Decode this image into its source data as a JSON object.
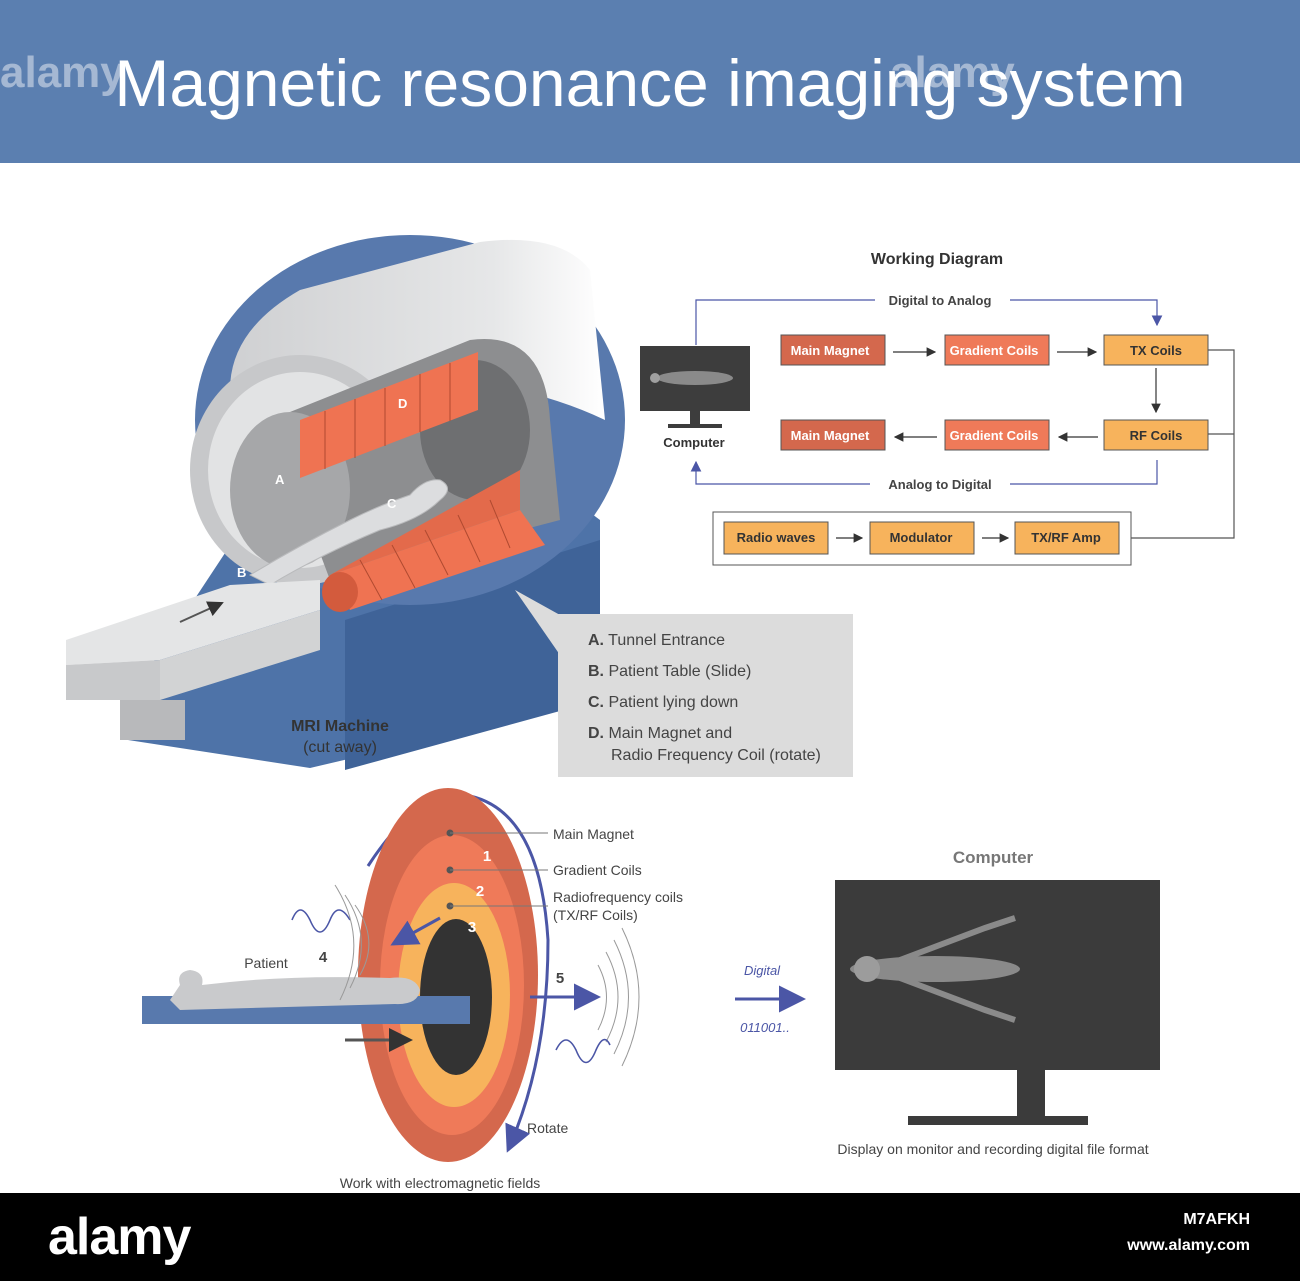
{
  "title": "Magnetic resonance imaging system",
  "watermark": "alamy",
  "machine": {
    "label_a": "A",
    "label_b": "B",
    "label_c": "C",
    "label_d": "D",
    "caption": "MRI Machine",
    "subcaption": "(cut away)"
  },
  "legend": {
    "items": [
      {
        "key": "A.",
        "text": "Tunnel Entrance"
      },
      {
        "key": "B.",
        "text": "Patient Table (Slide)"
      },
      {
        "key": "C.",
        "text": "Patient lying down"
      },
      {
        "key": "D.",
        "text": "Main Magnet and",
        "text2": "Radio Frequency Coil (rotate)"
      }
    ]
  },
  "working": {
    "title": "Working Diagram",
    "top_flow_label": "Digital to Analog",
    "bottom_flow_label": "Analog to Digital",
    "computer_label": "Computer",
    "row1": [
      "Main Magnet",
      "Gradient Coils",
      "TX Coils"
    ],
    "row2": [
      "Main Magnet",
      "Gradient Coils",
      "RF Coils"
    ],
    "row3": [
      "Radio waves",
      "Modulator",
      "TX/RF Amp"
    ]
  },
  "rings": {
    "labels": [
      "Main Magnet",
      "Gradient Coils",
      "Radiofrequency coils",
      "(TX/RF Coils)"
    ],
    "numbers": [
      "1",
      "2",
      "3",
      "4",
      "5"
    ],
    "patient": "Patient",
    "rotate": "Rotate",
    "caption": "Work with electromagnetic fields"
  },
  "monitor": {
    "title": "Computer",
    "digital": "Digital",
    "bits": "011001..",
    "caption": "Display on monitor and recording digital file format"
  },
  "footer": {
    "logo": "alamy",
    "image_id": "M7AFKH",
    "url": "www.alamy.com"
  },
  "colors": {
    "banner": "#5b7fb0",
    "magnet": "#d4684d",
    "gradient": "#ef7a59",
    "coil": "#f7b35c",
    "arrow": "#4b56a6"
  }
}
